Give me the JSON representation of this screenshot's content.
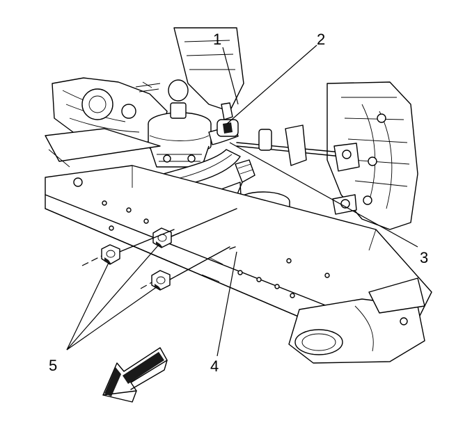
{
  "callouts": [
    {
      "label": "1"
    },
    {
      "label": "2"
    },
    {
      "label": "3"
    },
    {
      "label": "4"
    },
    {
      "label": "5"
    }
  ],
  "icons": {
    "direction_arrow": "front-direction-arrow-icon"
  }
}
